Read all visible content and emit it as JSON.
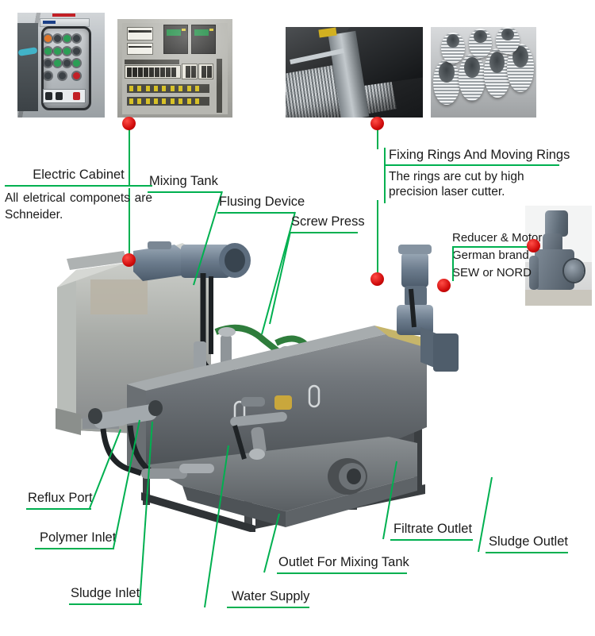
{
  "photos": {
    "electric_cabinet_exterior": "electric-cabinet-exterior-photo",
    "electric_cabinet_interior": "electric-cabinet-interior-photo",
    "screw_drum": "screw-press-drum-photo",
    "rings_stack": "stacked-rings-photo",
    "reducer_motor": "reducer-motor-photo"
  },
  "callouts": {
    "electric_cabinet": {
      "label": "Electric Cabinet",
      "note": "All  eletrical  componets are Schneider."
    },
    "mixing_tank": {
      "label": "Mixing Tank"
    },
    "flusing_device": {
      "label": "Flusing Device"
    },
    "screw_press": {
      "label": "Screw Press"
    },
    "fixing_rings": {
      "label": "Fixing Rings And Moving Rings",
      "note": "The rings are cut by high precision laser cutter."
    },
    "reducer_motor": {
      "line1": "Reducer & Motor",
      "line2": "German brand",
      "line3": "SEW or NORD"
    },
    "reflux_port": {
      "label": "Reflux Port"
    },
    "polymer_inlet": {
      "label": "Polymer Inlet"
    },
    "sludge_inlet": {
      "label": "Sludge Inlet"
    },
    "water_supply": {
      "label": "Water Supply"
    },
    "outlet_mixing_tank": {
      "label": "Outlet For Mixing Tank"
    },
    "filtrate_outlet": {
      "label": "Filtrate Outlet"
    },
    "sludge_outlet": {
      "label": "Sludge Outlet"
    }
  },
  "colors": {
    "leader_green": "#00b050",
    "marker_red": "#cf0a0a",
    "text": "#1a1a1a",
    "background": "#ffffff"
  },
  "machine": {
    "name": "volute-sludge-dewatering-screw-press",
    "parts": [
      "mixing-tank",
      "flushing-device",
      "screw-press-body",
      "reducer-motor",
      "filtrate-tank",
      "support-frame",
      "reflux-port",
      "polymer-inlet",
      "sludge-inlet",
      "water-supply",
      "mixing-tank-outlet",
      "filtrate-outlet",
      "sludge-outlet"
    ]
  }
}
